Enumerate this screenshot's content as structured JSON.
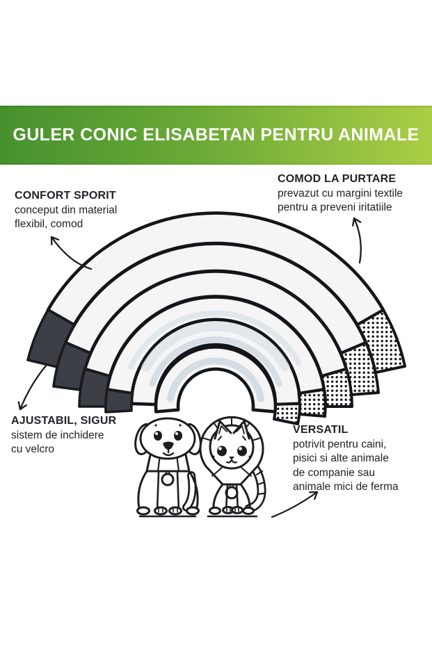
{
  "banner": {
    "title": "GULER CONIC ELISABETAN PENTRU ANIMALE"
  },
  "callouts": {
    "confort": {
      "heading": "CONFORT SPORIT",
      "line1": "conceput din material",
      "line2": "flexibil, comod"
    },
    "comod": {
      "heading": "COMOD LA PURTARE",
      "line1": "prevazut cu margini textile",
      "line2": "pentru a preveni iritatiile"
    },
    "ajustabil": {
      "heading": "AJUSTABIL, SIGUR",
      "line1": "sistem de inchidere",
      "line2": "cu velcro"
    },
    "versatil": {
      "heading": "VERSATIL",
      "line1": "potrivit pentru caini,",
      "line2": "pisici si alte animale",
      "line3": "de companie sau",
      "line4": "animale mici de ferma"
    }
  },
  "illustration": {
    "subject": "fanned stack of elizabethan cone pet collars",
    "left_tabs": "dark velcro closure tabs",
    "right_tabs": "dotted velcro loop tabs",
    "animals": [
      "dog wearing cone collar",
      "cat wearing cone collar"
    ]
  },
  "colors": {
    "banner_gradient_left": "#47912e",
    "banner_gradient_right": "#abce45",
    "banner_text": "#ffffff",
    "ink": "#1c1d20",
    "collar_fill": "#f5f5f6",
    "velcro_tab_dark": "#3c4046",
    "plastic_shading": "#cdd8e0",
    "background": "#ffffff"
  }
}
